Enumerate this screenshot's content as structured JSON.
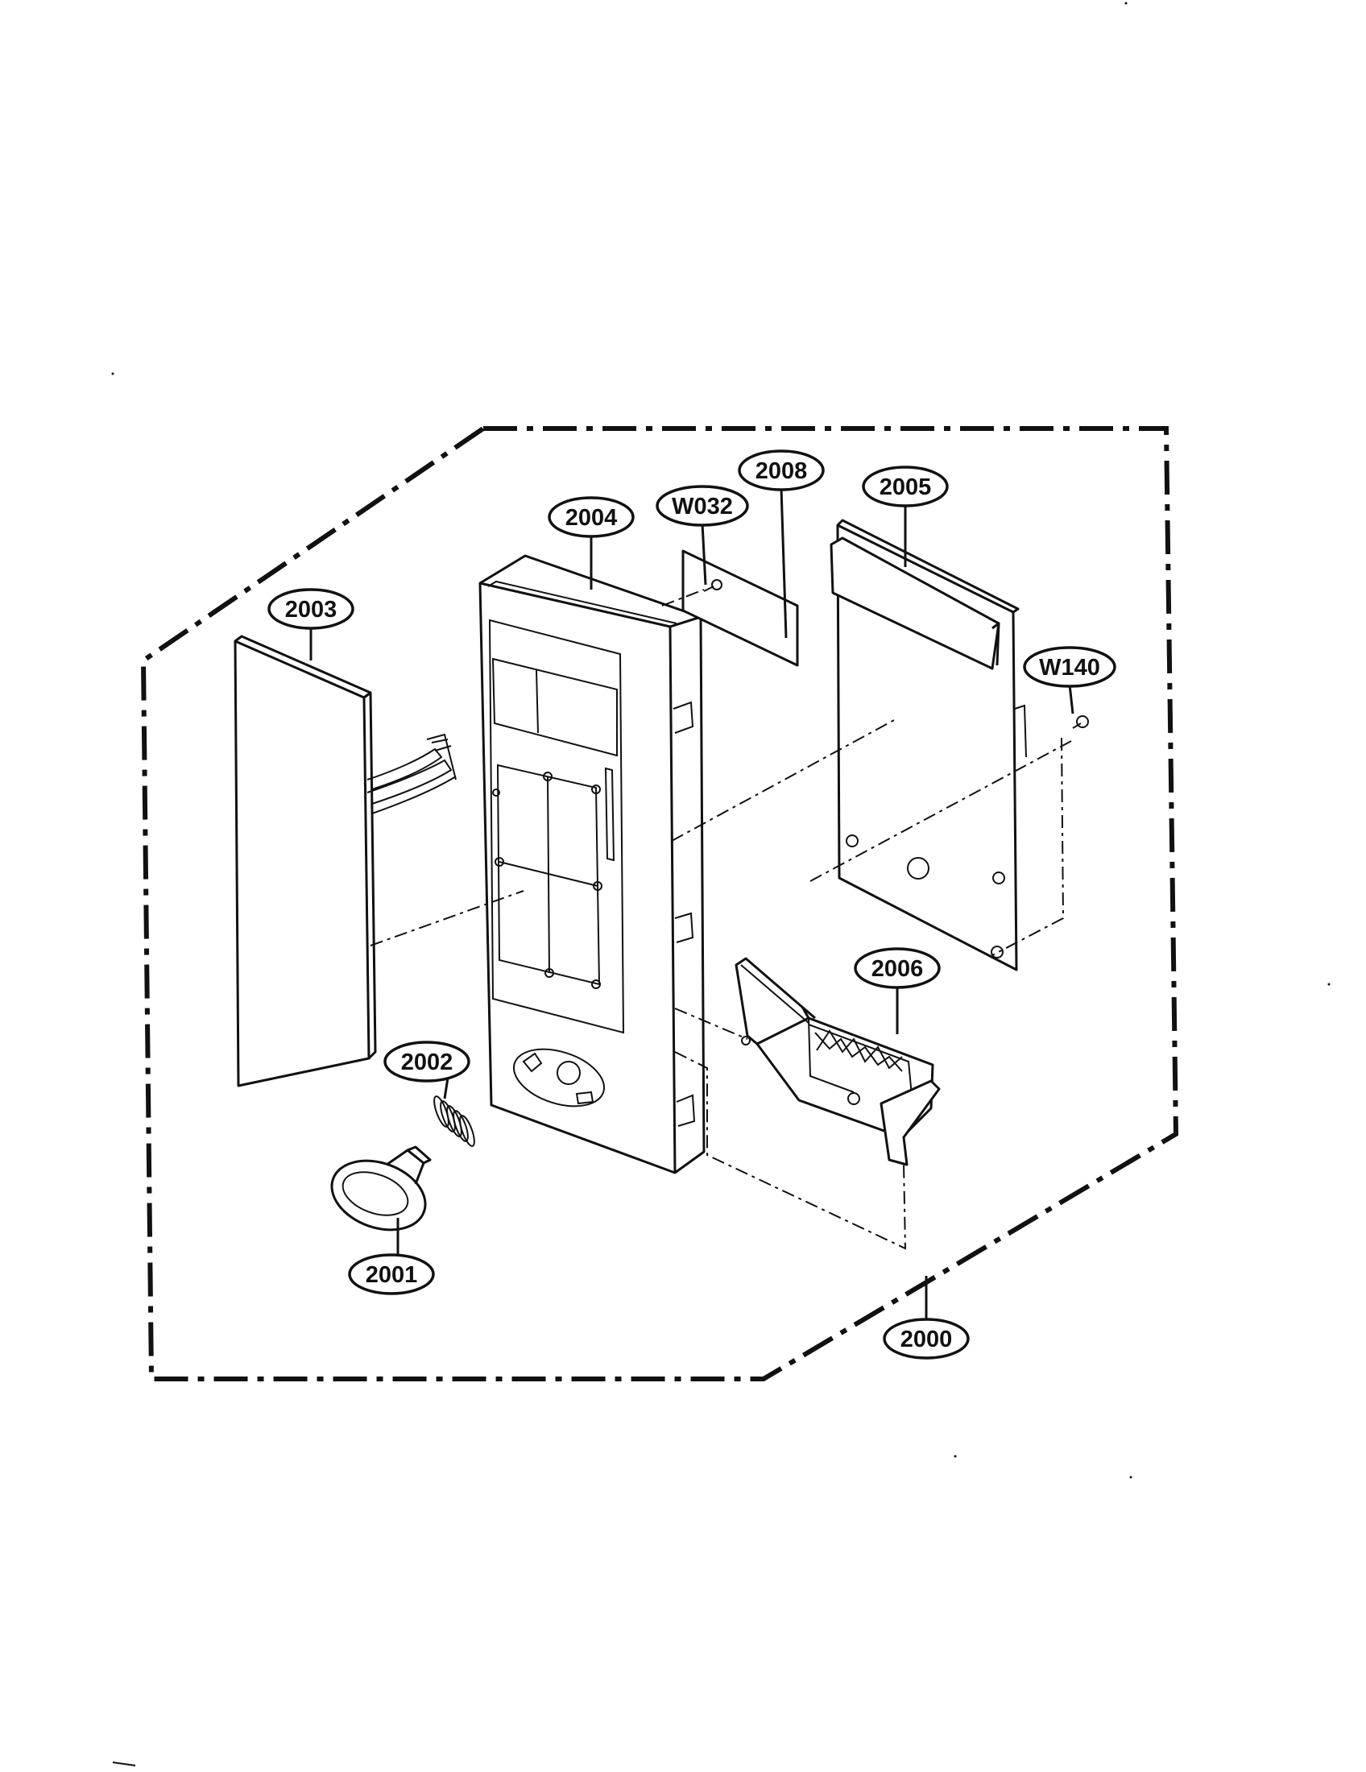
{
  "callouts": [
    {
      "id": "2000",
      "label": "2000"
    },
    {
      "id": "2001",
      "label": "2001"
    },
    {
      "id": "2002",
      "label": "2002"
    },
    {
      "id": "2003",
      "label": "2003"
    },
    {
      "id": "2004",
      "label": "2004"
    },
    {
      "id": "2005",
      "label": "2005"
    },
    {
      "id": "2006",
      "label": "2006"
    },
    {
      "id": "2008",
      "label": "2008"
    },
    {
      "id": "W032",
      "label": "W032"
    },
    {
      "id": "W140",
      "label": "W140"
    }
  ]
}
